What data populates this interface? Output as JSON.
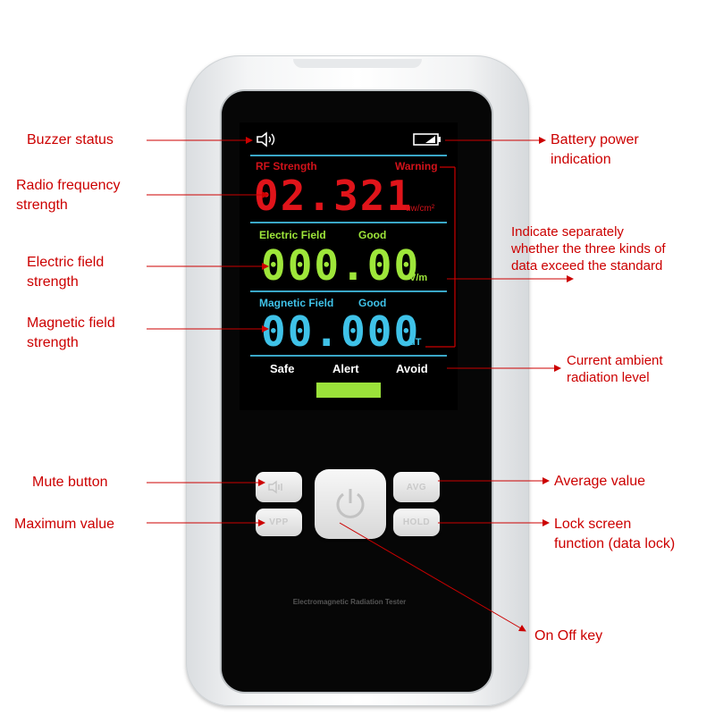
{
  "device": {
    "model_text": "Electromagnetic Radiation Tester"
  },
  "lcd": {
    "rf_label": "RF Strength",
    "rf_status": "Warning",
    "rf_value": "02.321",
    "rf_unit": "uw/cm²",
    "electric_label": "Electric Field",
    "electric_status": "Good",
    "electric_value": "000.00",
    "electric_unit": "V/m",
    "magnetic_label": "Magnetic  Field",
    "magnetic_status": "Good",
    "magnetic_value": "00.000",
    "magnetic_unit": "uT",
    "level_safe": "Safe",
    "level_alert": "Alert",
    "level_avoid": "Avoid"
  },
  "buttons": {
    "avg": "AVG",
    "vpp": "VPP",
    "hold": "HOLD"
  },
  "annotations": {
    "buzzer_status": "Buzzer status",
    "rf_strength_1": "Radio frequency",
    "rf_strength_2": "strength",
    "electric_1": "Electric field",
    "electric_2": "strength",
    "magnetic_1": "Magnetic field",
    "magnetic_2": "strength",
    "mute_button": "Mute button",
    "maximum_value": "Maximum value",
    "battery_1": "Battery power",
    "battery_2": "indication",
    "exceed_1": "Indicate separately",
    "exceed_2": "whether the three kinds of",
    "exceed_3": "data exceed the standard",
    "ambient_1": "Current ambient",
    "ambient_2": "radiation level",
    "average_value": "Average value",
    "lock_1": "Lock screen",
    "lock_2": "function (data lock)",
    "on_off": "On Off key"
  },
  "colors": {
    "annotation": "#cc0000",
    "rf": "#e0141a",
    "electric": "#9ee63a",
    "magnetic": "#3fc2e8",
    "divider": "#3aa7c7",
    "level_bar": "#9be33a"
  }
}
